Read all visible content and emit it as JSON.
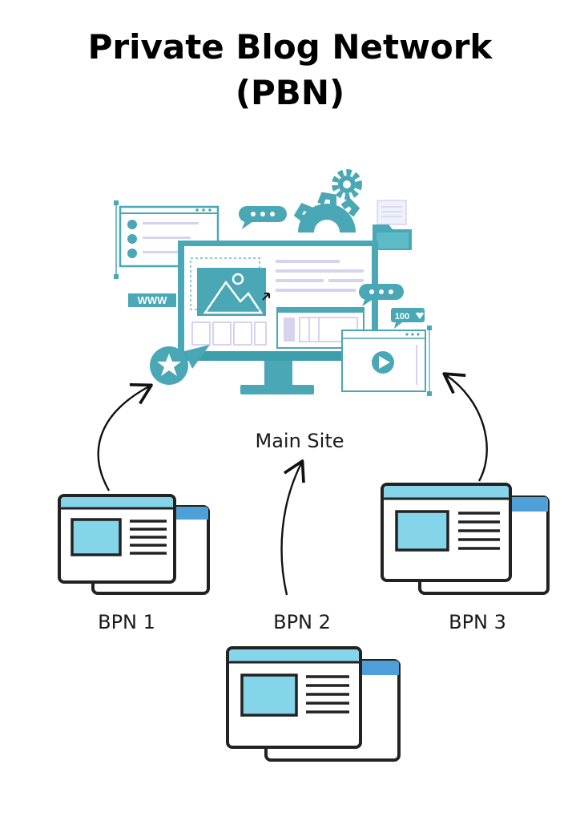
{
  "title": {
    "line1": "Private Blog Network",
    "line2": "(PBN)"
  },
  "main_site": {
    "label": "Main Site",
    "url_badge": "WWW",
    "likes_badge": "100"
  },
  "nodes": [
    {
      "id": "bpn-1",
      "label": "BPN 1"
    },
    {
      "id": "bpn-2",
      "label": "BPN 2"
    },
    {
      "id": "bpn-3",
      "label": "BPN 3"
    }
  ],
  "edges": [
    {
      "from": "bpn-1",
      "to": "main-site"
    },
    {
      "from": "bpn-2",
      "to": "main-site"
    },
    {
      "from": "bpn-3",
      "to": "main-site"
    }
  ],
  "colors": {
    "teal": "#4aa7b5",
    "teal_dark": "#2f8f9e",
    "window_blue": "#84d4ea",
    "window_tab": "#4f9fd8",
    "outline": "#222222",
    "lavender": "#d7d3ef"
  }
}
